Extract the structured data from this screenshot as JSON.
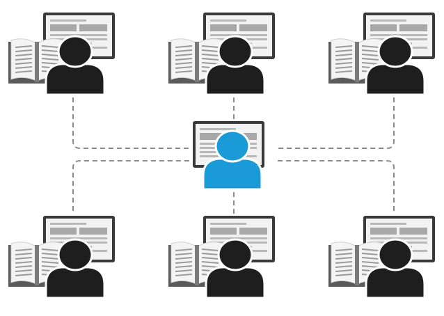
{
  "colors": {
    "background": "#ffffff",
    "person": "#1e1e1e",
    "instructor": "#1a9ad6",
    "monitor_frame": "#3a3a3a",
    "monitor_screen": "#f2f2f2",
    "screen_block": "#a8a8a8",
    "screen_line": "#b8b8b8",
    "book_cover": "#5a5a5a",
    "book_page": "#f4f4f4",
    "book_text": "#9a9a9a",
    "connector": "#8a8a8a"
  },
  "icons": {
    "instructor": "instructor-workstation-icon",
    "learner": "learner-workstation-icon",
    "book": "open-book-icon",
    "monitor": "monitor-icon",
    "person": "person-icon"
  },
  "nodes": [
    {
      "id": "learner-1",
      "role": "learner",
      "has_book": true
    },
    {
      "id": "learner-2",
      "role": "learner",
      "has_book": true
    },
    {
      "id": "learner-3",
      "role": "learner",
      "has_book": true
    },
    {
      "id": "instructor",
      "role": "instructor",
      "has_book": false
    },
    {
      "id": "learner-4",
      "role": "learner",
      "has_book": true
    },
    {
      "id": "learner-5",
      "role": "learner",
      "has_book": true
    },
    {
      "id": "learner-6",
      "role": "learner",
      "has_book": true
    }
  ],
  "connections": [
    {
      "from": "instructor",
      "to": "learner-1"
    },
    {
      "from": "instructor",
      "to": "learner-2"
    },
    {
      "from": "instructor",
      "to": "learner-3"
    },
    {
      "from": "instructor",
      "to": "learner-4"
    },
    {
      "from": "instructor",
      "to": "learner-5"
    },
    {
      "from": "instructor",
      "to": "learner-6"
    }
  ]
}
